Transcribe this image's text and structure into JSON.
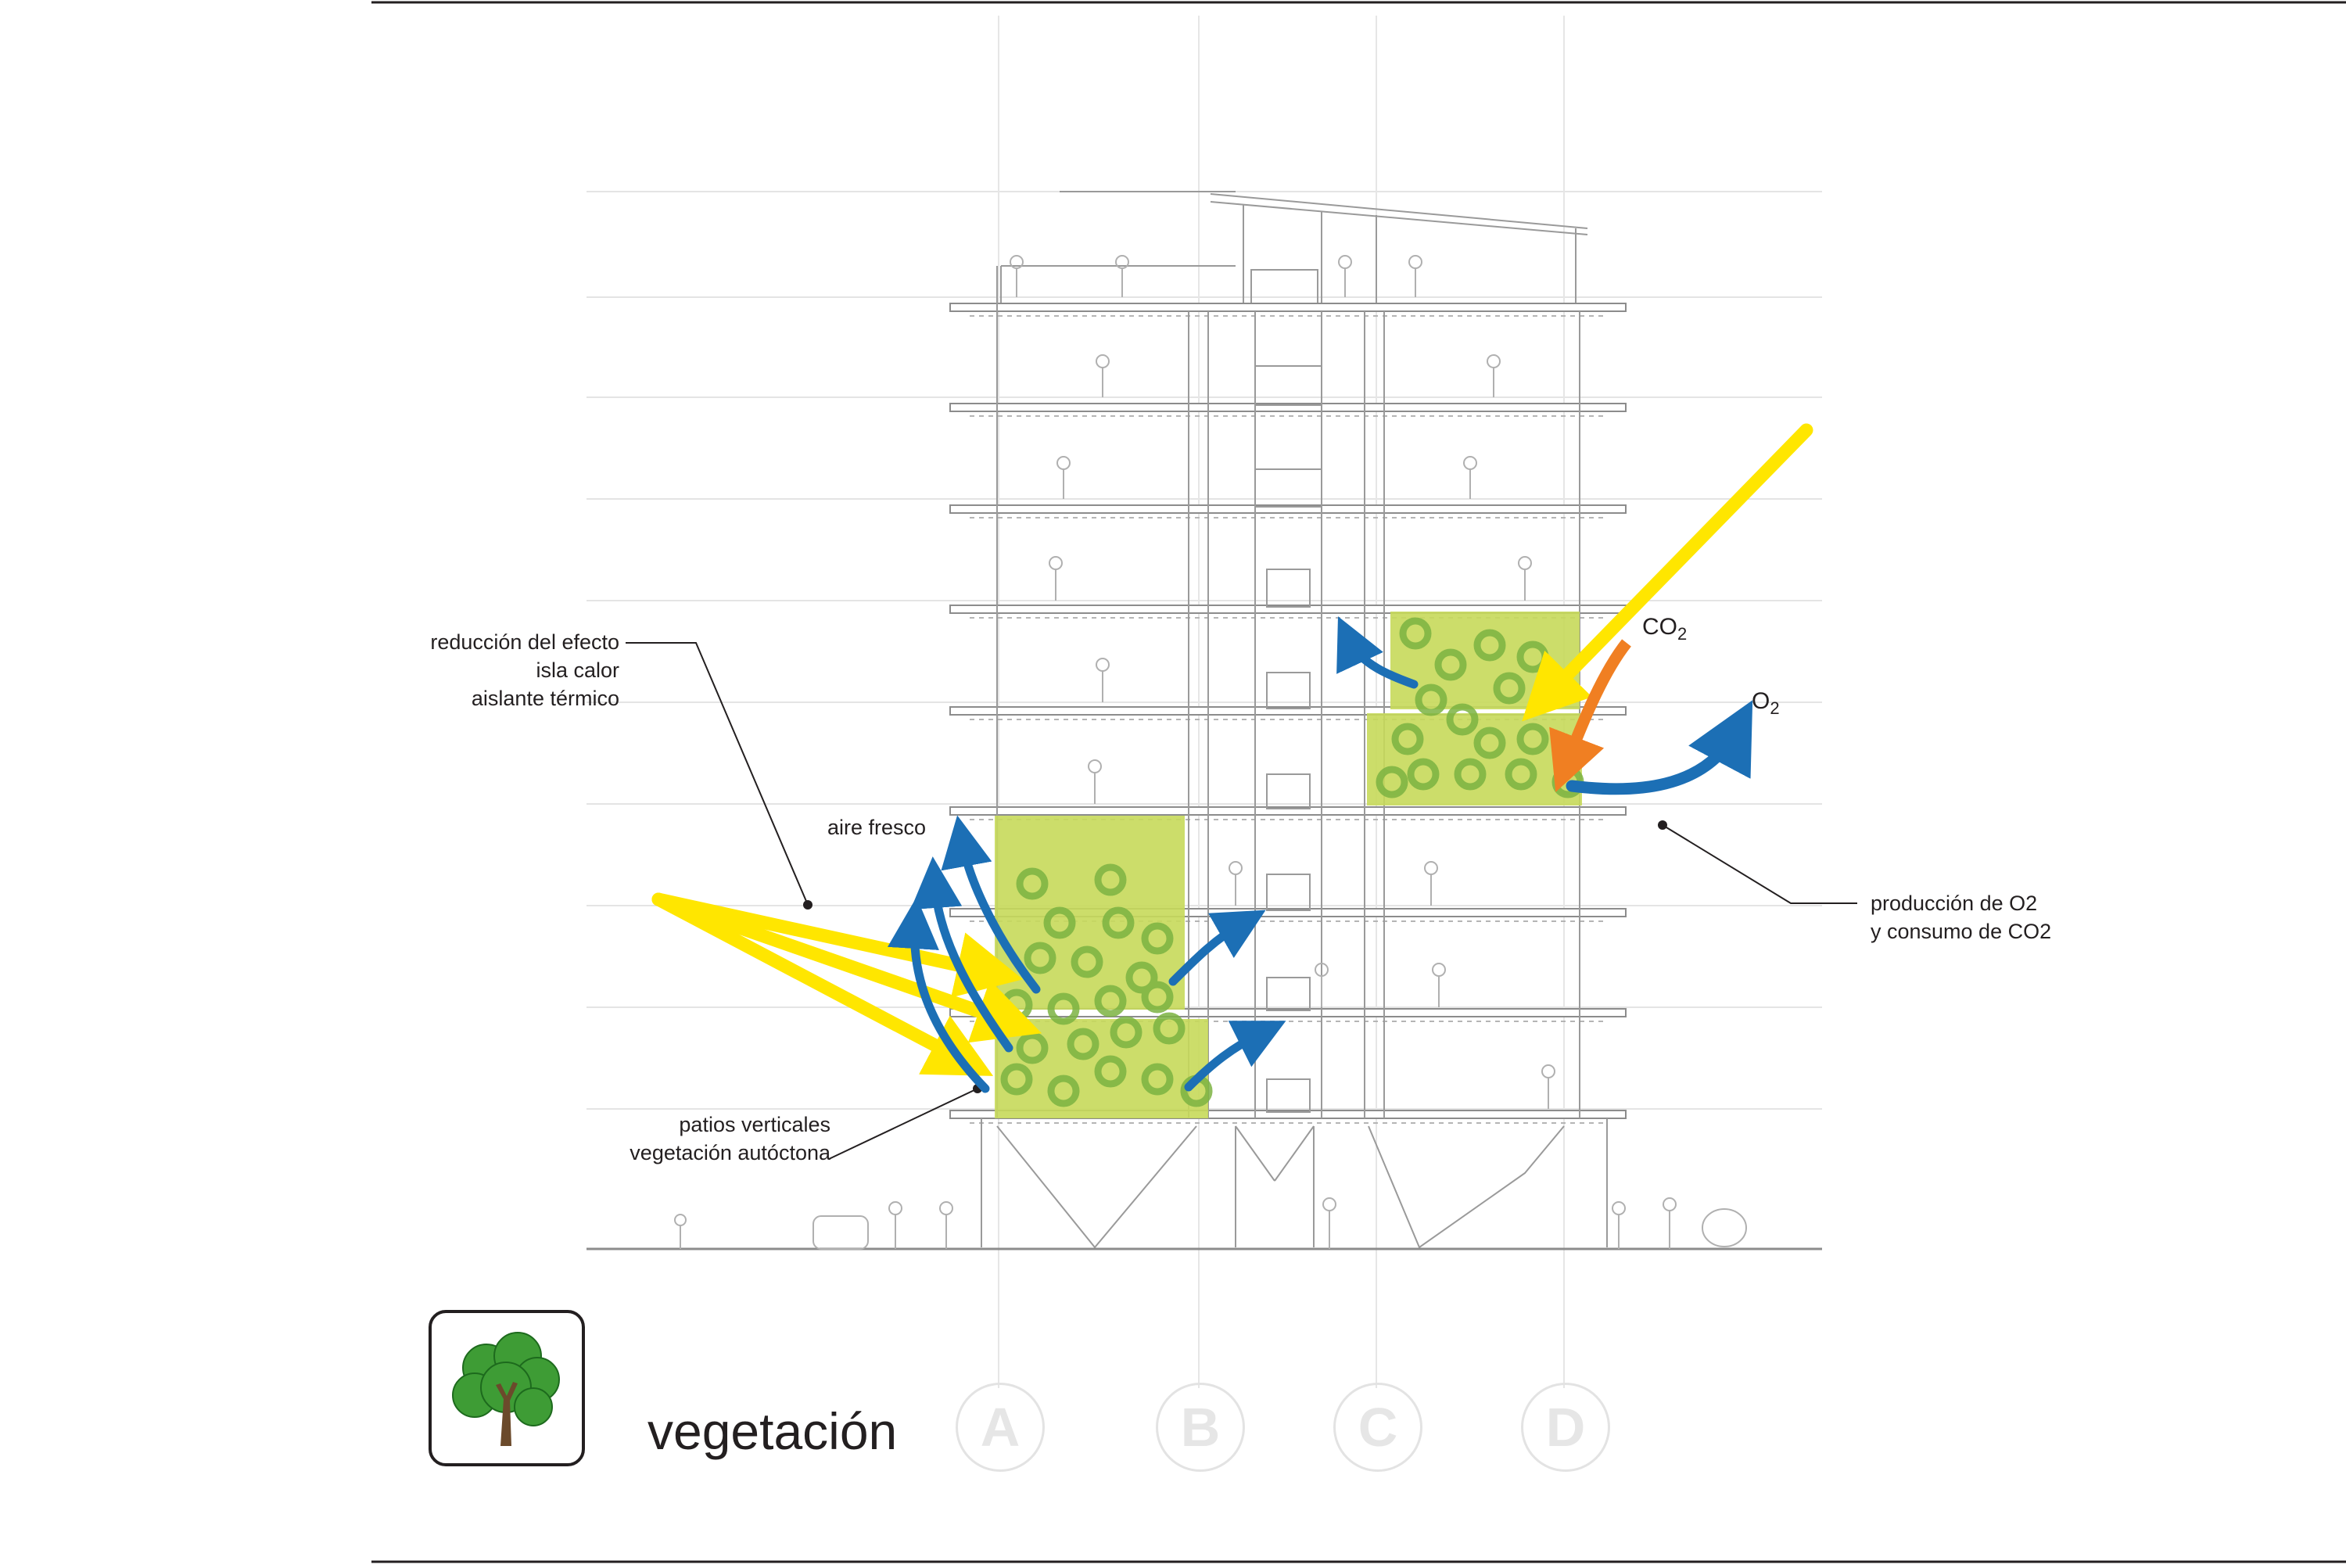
{
  "labels": {
    "heat_island": [
      "reducción del efecto",
      "isla calor",
      "aislante térmico"
    ],
    "fresh_air": "aire fresco",
    "patios": [
      "patios verticales",
      "vegetación autóctona"
    ],
    "o2_production": [
      "producción de O2",
      "y consumo de CO2"
    ],
    "co2_main": "CO",
    "co2_sub": "2",
    "o2_main": "O",
    "o2_sub": "2"
  },
  "title": "vegetación",
  "axes": [
    "A",
    "B",
    "C",
    "D"
  ],
  "icon": "tree-icon",
  "colors": {
    "vegetation_fill": "#c6d95a",
    "vegetation_ring": "#7cb342",
    "sun": "#ffe600",
    "air": "#1c6fb5",
    "co2": "#f07f22",
    "line": "#231f20"
  }
}
